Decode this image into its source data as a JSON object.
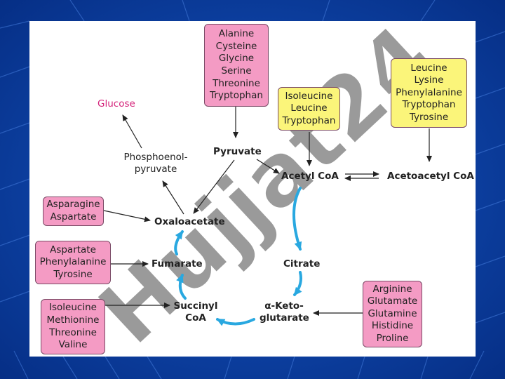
{
  "watermark": "Hujjat24",
  "metabolites": {
    "glucose": "Glucose",
    "pep": [
      "Phosphoenol-",
      "pyruvate"
    ],
    "pyruvate": "Pyruvate",
    "acetyl_coa": "Acetyl CoA",
    "acetoacetyl_coa": "Acetoacetyl CoA",
    "oxaloacetate": "Oxaloacetate",
    "fumarate": "Fumarate",
    "citrate": "Citrate",
    "succinyl_coa": [
      "Succinyl",
      "CoA"
    ],
    "alpha_ketoglutarate": [
      "α-Keto-",
      "glutarate"
    ]
  },
  "amino_acid_groups": {
    "to_pyruvate": [
      "Alanine",
      "Cysteine",
      "Glycine",
      "Serine",
      "Threonine",
      "Tryptophan"
    ],
    "to_acetyl_coa": [
      "Isoleucine",
      "Leucine",
      "Tryptophan"
    ],
    "to_acetoacetyl_coa": [
      "Leucine",
      "Lysine",
      "Phenylalanine",
      "Tryptophan",
      "Tyrosine"
    ],
    "to_oxaloacetate": [
      "Asparagine",
      "Aspartate"
    ],
    "to_fumarate": [
      "Aspartate",
      "Phenylalanine",
      "Tyrosine"
    ],
    "to_succinyl_coa": [
      "Isoleucine",
      "Methionine",
      "Threonine",
      "Valine"
    ],
    "to_alpha_ketoglutarate": [
      "Arginine",
      "Glutamate",
      "Glutamine",
      "Histidine",
      "Proline"
    ]
  },
  "colors": {
    "background": "#0a3d9e",
    "panel": "#ffffff",
    "pink_box": "#f49bc4",
    "yellow_box": "#fbf57a",
    "glucose_text": "#d4237a",
    "cycle_arrow": "#29a8e0",
    "watermark": "#8c8c8c",
    "watermark_accent": "#c9a8f0"
  }
}
